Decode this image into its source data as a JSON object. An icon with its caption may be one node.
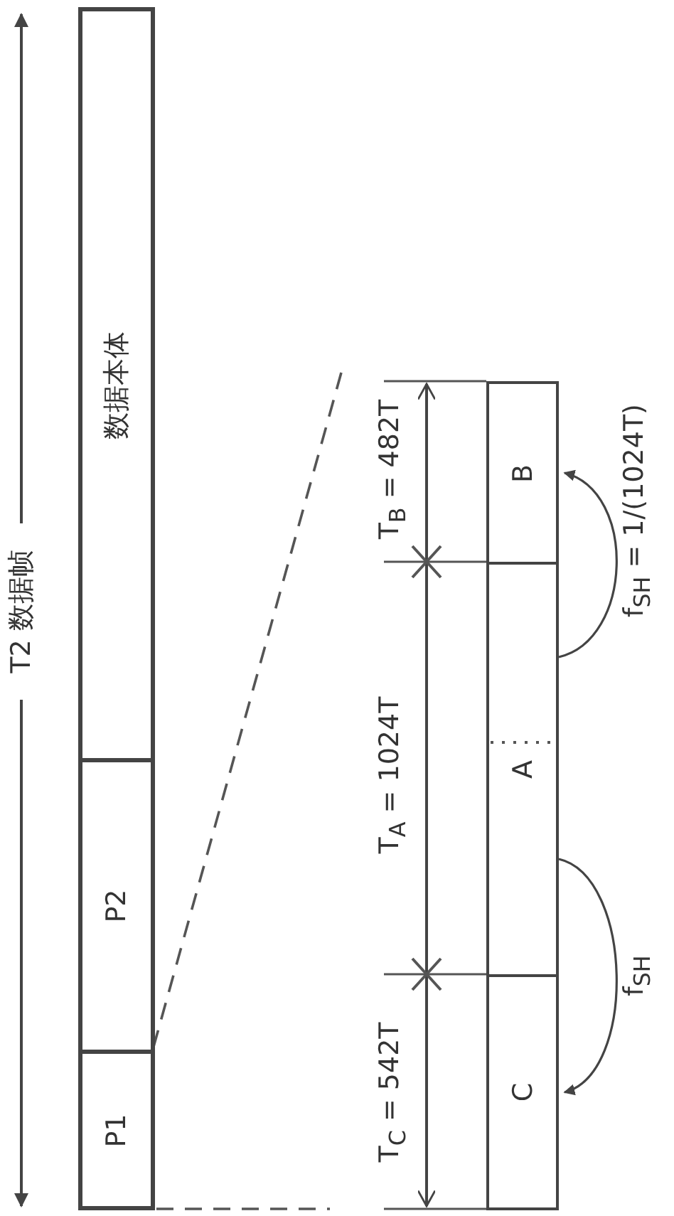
{
  "diagram": {
    "nodes": [
      {
        "text": [
          "P1"
        ]
      },
      {
        "text": [
          "P2"
        ]
      },
      {
        "text": [
          "数据本体"
        ]
      },
      {
        "text": [
          "C"
        ]
      },
      {
        "text": [
          "A"
        ]
      },
      {
        "text": [
          "B"
        ]
      }
    ],
    "edges": [
      {
        "from": 4,
        "to": 5,
        "arrow": "to",
        "label": "f$_{SH}$ = 1/(1024T)"
      },
      {
        "from": 4,
        "to": 3,
        "arrow": "to",
        "label": "f$_{SH}$"
      }
    ],
    "labels": [
      "T2 数据帧",
      "T$_{C}$ = 542T",
      "T$_{A}$ = 1024T",
      "T$_{B}$ = 482T"
    ]
  }
}
